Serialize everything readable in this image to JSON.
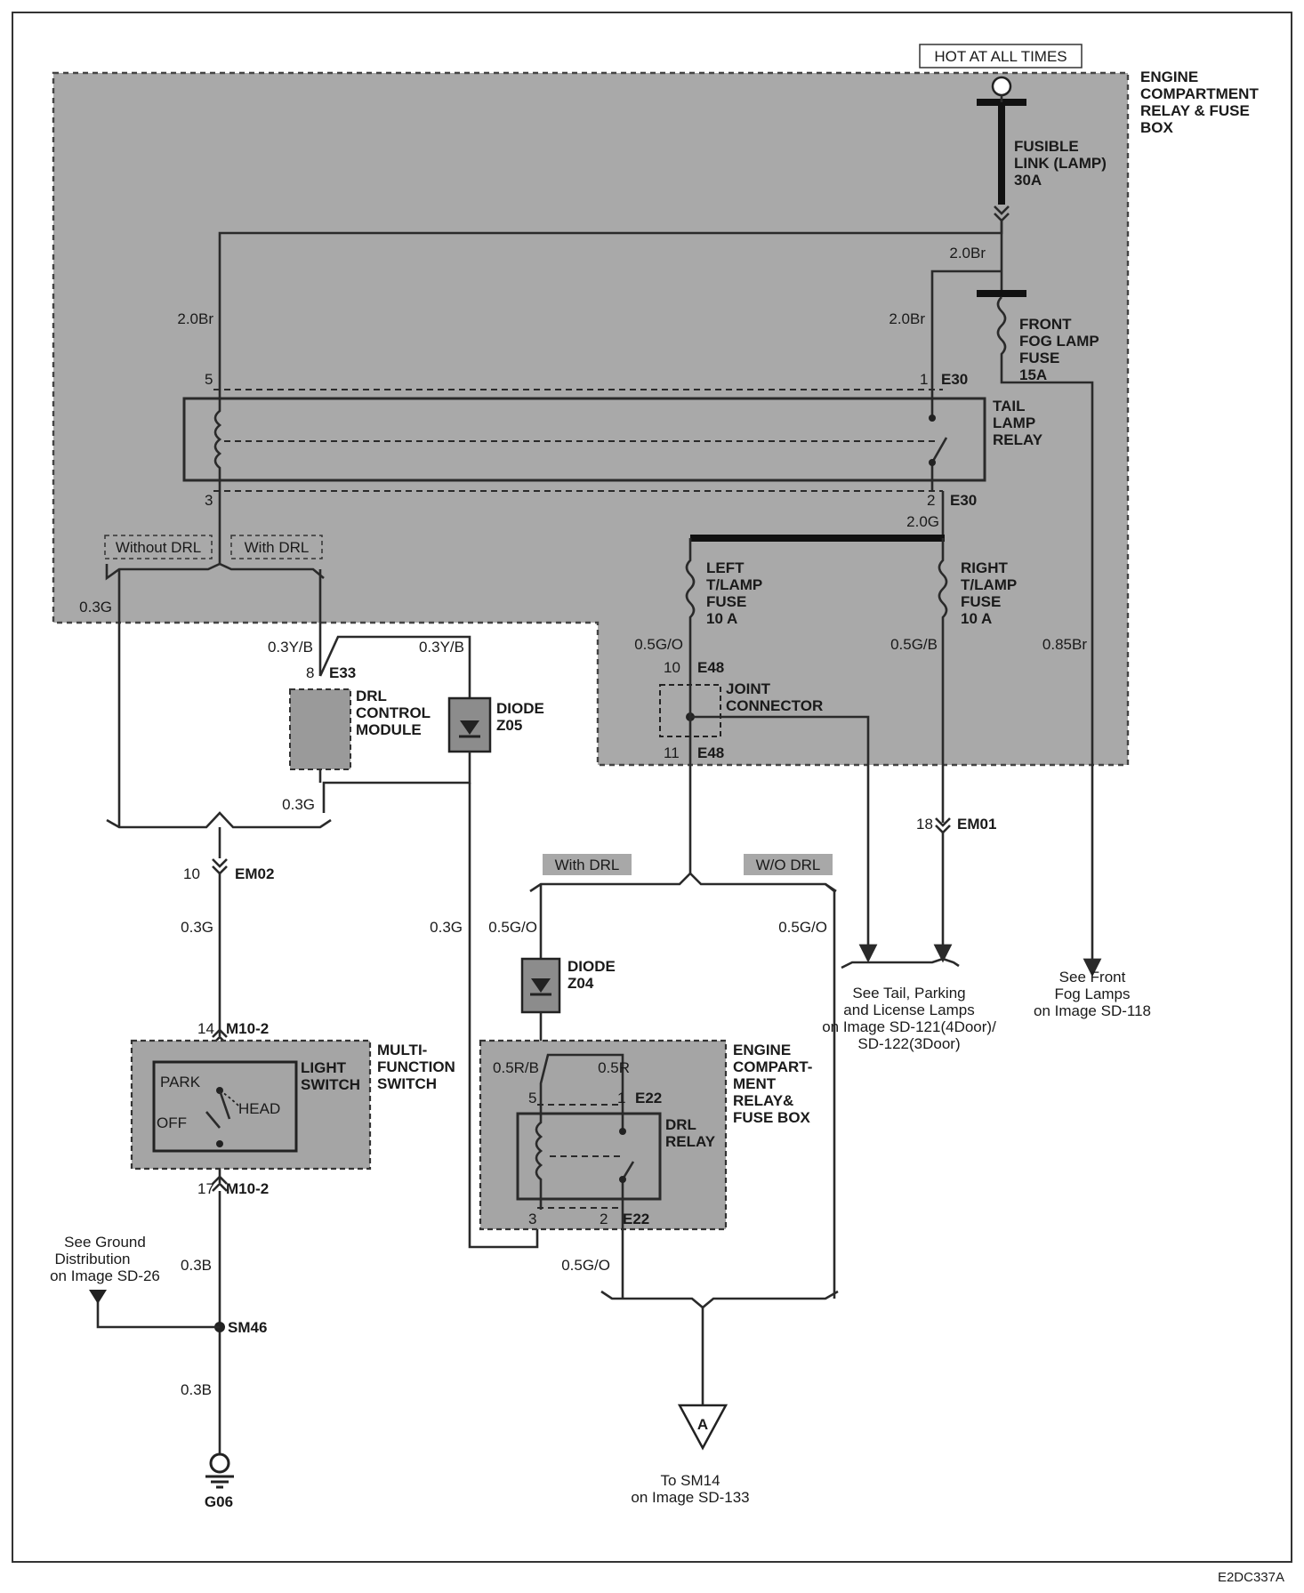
{
  "labels": {
    "hot_at_all_times": "HOT AT ALL TIMES",
    "engine_box_top": [
      "ENGINE",
      "COMPARTMENT",
      "RELAY & FUSE",
      "BOX"
    ],
    "fusible_link": [
      "FUSIBLE",
      "LINK (LAMP)",
      "30A"
    ],
    "front_fog_fuse": [
      "FRONT",
      "FOG LAMP",
      "FUSE",
      "15A"
    ],
    "tail_lamp_relay": [
      "TAIL",
      "LAMP",
      "RELAY"
    ],
    "left_tlamp_fuse": [
      "LEFT",
      "T/LAMP",
      "FUSE",
      "10 A"
    ],
    "right_tlamp_fuse": [
      "RIGHT",
      "T/LAMP",
      "FUSE",
      "10 A"
    ],
    "joint_connector": [
      "JOINT",
      "CONNECTOR"
    ],
    "drl_control_module": [
      "DRL",
      "CONTROL",
      "MODULE"
    ],
    "diode_z05": [
      "DIODE",
      "Z05"
    ],
    "diode_z04": [
      "DIODE",
      "Z04"
    ],
    "light_switch": [
      "LIGHT",
      "SWITCH"
    ],
    "multi_function_switch": [
      "MULTI-",
      "FUNCTION",
      "SWITCH"
    ],
    "engine_box_bottom": [
      "ENGINE",
      "COMPART-",
      "MENT",
      "RELAY&",
      "FUSE BOX"
    ],
    "drl_relay": [
      "DRL",
      "RELAY"
    ],
    "switch_park": "PARK",
    "switch_off": "OFF",
    "switch_head": "HEAD",
    "without_drl": "Without DRL",
    "with_drl": "With DRL",
    "with_drl_2": "With DRL",
    "wo_drl": "W/O DRL",
    "see_tail": [
      "See Tail, Parking",
      "and License Lamps",
      "on Image SD-121(4Door)/",
      "SD-122(3Door)"
    ],
    "see_fog": [
      "See Front",
      "Fog Lamps",
      "on Image SD-118"
    ],
    "see_ground": [
      "See Ground",
      "Distribution",
      "on Image SD-26"
    ],
    "to_sm14": [
      "To SM14",
      "on Image SD-133"
    ],
    "connector_a": "A",
    "ground_g06": "G06",
    "splice_sm46": "SM46",
    "figure_code": "E2DC337A"
  },
  "wires": {
    "w_20br_top": "2.0Br",
    "w_20br_left": "2.0Br",
    "w_20br_right": "2.0Br",
    "w_20g": "2.0G",
    "w_03g_left": "0.3G",
    "w_03yb_left": "0.3Y/B",
    "w_03yb_right": "0.3Y/B",
    "w_03g_module": "0.3G",
    "w_05go_left": "0.5G/O",
    "w_05gb": "0.5G/B",
    "w_085br": "0.85Br",
    "w_03g_em02": "0.3G",
    "w_03g_diode": "0.3G",
    "w_05go_z04": "0.5G/O",
    "w_05go_wo": "0.5G/O",
    "w_05rb": "0.5R/B",
    "w_05r": "0.5R",
    "w_05go_bottom": "0.5G/O",
    "w_03b_1": "0.3B",
    "w_03b_2": "0.3B"
  },
  "connectors": {
    "e30_pin1": "1",
    "e30_top": "E30",
    "e30_pin2": "2",
    "e30_bottom": "E30",
    "relay_pin5": "5",
    "relay_pin3": "3",
    "e33_pin": "8",
    "e33": "E33",
    "e48_pin10": "10",
    "e48_top": "E48",
    "e48_pin11": "11",
    "e48_bottom": "E48",
    "em01_pin": "18",
    "em01": "EM01",
    "em02_pin": "10",
    "em02": "EM02",
    "m10_pin14": "14",
    "m10_top": "M10-2",
    "m10_pin17": "17",
    "m10_bottom": "M10-2",
    "e22_pin5": "5",
    "e22_pin1": "1",
    "e22_top": "E22",
    "e22_pin3": "3",
    "e22_pin2": "2",
    "e22_bottom": "E22"
  }
}
